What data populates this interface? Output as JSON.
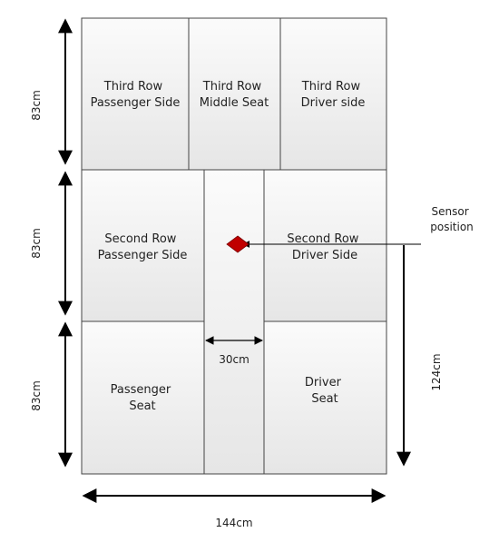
{
  "colors": {
    "seat_fill_top": "#fbfbfb",
    "seat_fill_bottom": "#e6e6e6",
    "outline": "#444444",
    "arrow": "#000000",
    "sensor": "#c00000"
  },
  "seats": {
    "third_passenger": [
      "Third Row",
      "Passenger Side"
    ],
    "third_middle": [
      "Third Row",
      "Middle Seat"
    ],
    "third_driver": [
      "Third Row",
      "Driver side"
    ],
    "second_passenger": [
      "Second Row",
      "Passenger Side"
    ],
    "second_driver": [
      "Second Row",
      "Driver Side"
    ],
    "front_passenger": [
      "Passenger",
      "Seat"
    ],
    "front_driver": [
      "Driver",
      "Seat"
    ]
  },
  "dimensions": {
    "row_height_1": "83cm",
    "row_height_2": "83cm",
    "row_height_3": "83cm",
    "aisle_width": "30cm",
    "total_width": "144cm",
    "sensor_height": "124cm"
  },
  "sensor": {
    "label_line1": "Sensor",
    "label_line2": "position"
  }
}
